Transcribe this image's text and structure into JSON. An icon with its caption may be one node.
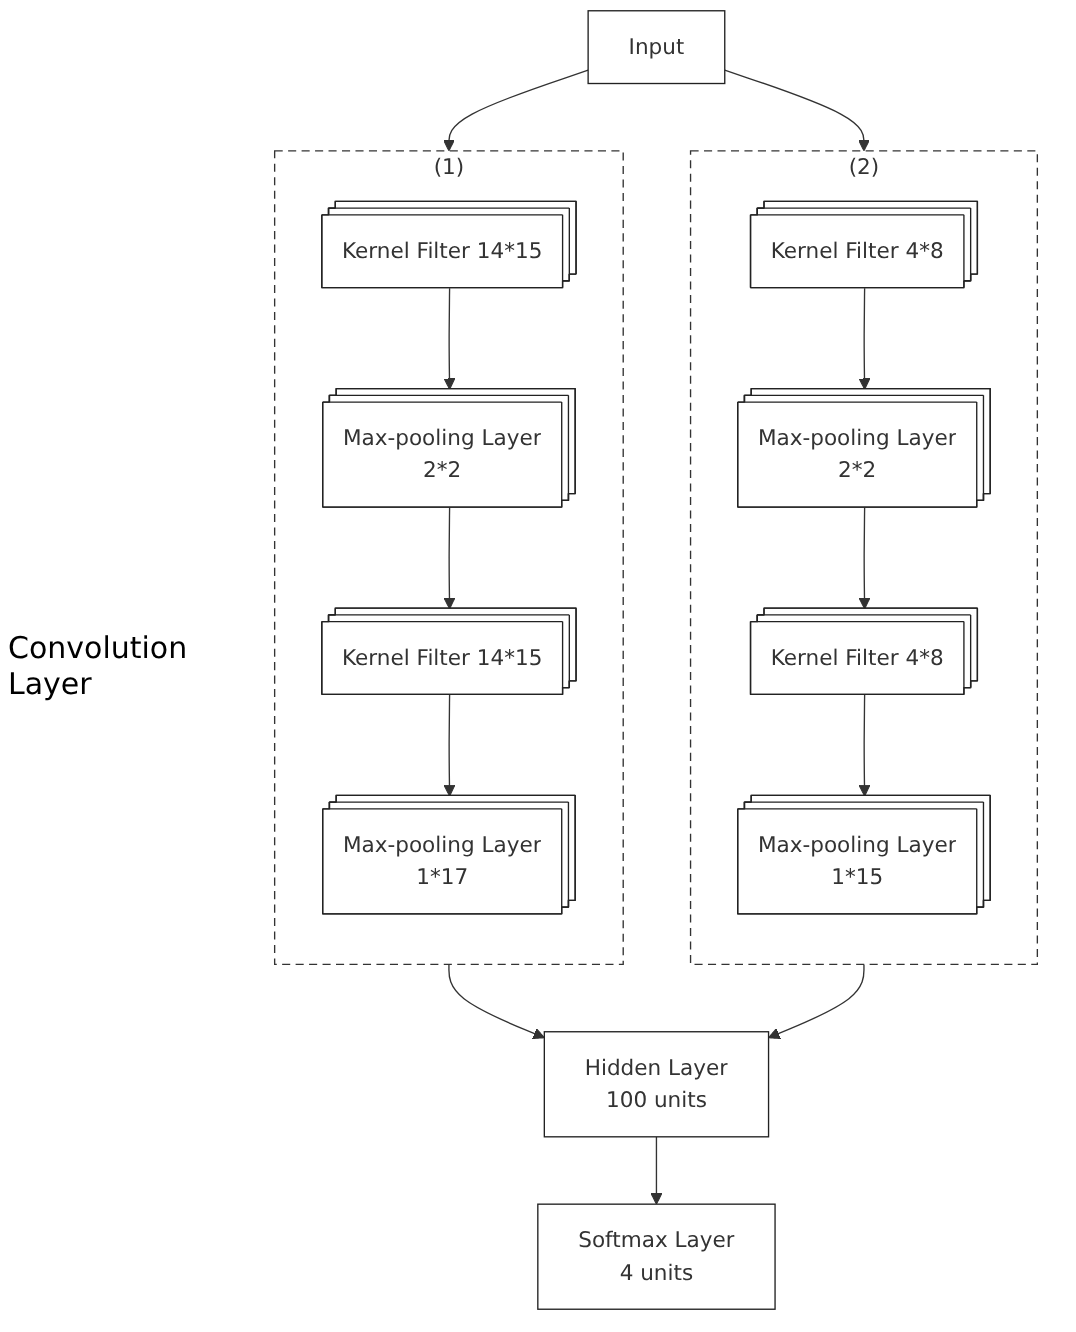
{
  "diagram": {
    "nodes": [
      {
        "text": [
          "Input"
        ]
      },
      {
        "text": [
          "(1)"
        ]
      },
      {
        "text": [
          "Kernel Filter 14*15"
        ],
        "in": 1
      },
      {
        "text": [
          "Max-pooling Layer",
          "2*2"
        ],
        "in": 1
      },
      {
        "text": [
          "Kernel Filter 14*15"
        ],
        "in": 1
      },
      {
        "text": [
          "Max-pooling Layer",
          "1*17"
        ],
        "in": 1
      },
      {
        "text": [
          "(2)"
        ]
      },
      {
        "text": [
          "Kernel Filter 4*8"
        ],
        "in": 6
      },
      {
        "text": [
          "Max-pooling Layer",
          "2*2"
        ],
        "in": 6
      },
      {
        "text": [
          "Kernel Filter 4*8"
        ],
        "in": 6
      },
      {
        "text": [
          "Max-pooling Layer",
          "1*15"
        ],
        "in": 6
      },
      {
        "text": [
          "Hidden Layer",
          "100 units"
        ]
      },
      {
        "text": [
          "Softmax Layer",
          "4 units"
        ]
      }
    ],
    "edges": [
      {
        "from": 0,
        "to": 1,
        "arrow": "to"
      },
      {
        "from": 0,
        "to": 6,
        "arrow": "to"
      },
      {
        "from": 2,
        "to": 3,
        "arrow": "to"
      },
      {
        "from": 3,
        "to": 4,
        "arrow": "to"
      },
      {
        "from": 4,
        "to": 5,
        "arrow": "to"
      },
      {
        "from": 7,
        "to": 8,
        "arrow": "to"
      },
      {
        "from": 8,
        "to": 9,
        "arrow": "to"
      },
      {
        "from": 9,
        "to": 10,
        "arrow": "to"
      },
      {
        "from": 1,
        "to": 11,
        "arrow": "to"
      },
      {
        "from": 6,
        "to": 11,
        "arrow": "to"
      },
      {
        "from": 11,
        "to": 12,
        "arrow": "to"
      }
    ],
    "labels": [
      "Convolution Layer"
    ]
  }
}
